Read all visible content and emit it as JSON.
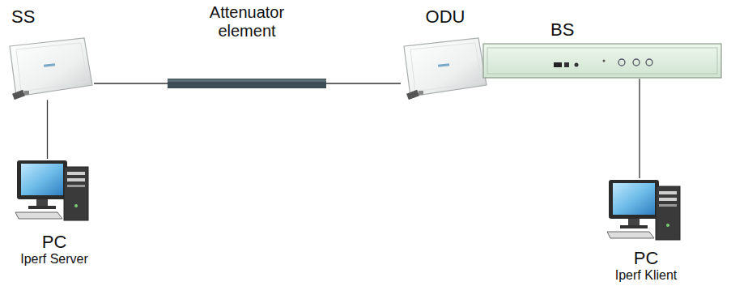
{
  "diagram": {
    "nodes": [
      {
        "text": [
          "SS"
        ]
      },
      {
        "text": [
          "Attenuator element"
        ]
      },
      {
        "text": [
          "ODU"
        ]
      },
      {
        "text": [
          "BS"
        ]
      },
      {
        "text": [
          "PC",
          "Iperf Server"
        ]
      },
      {
        "text": [
          "PC",
          "Iperf Klient"
        ]
      }
    ],
    "edges": [
      {
        "from": 0,
        "to": 1,
        "arrow": "none"
      },
      {
        "from": 1,
        "to": 2,
        "arrow": "none"
      },
      {
        "from": 0,
        "to": 4,
        "arrow": "none"
      },
      {
        "from": 3,
        "to": 5,
        "arrow": "none"
      }
    ]
  }
}
